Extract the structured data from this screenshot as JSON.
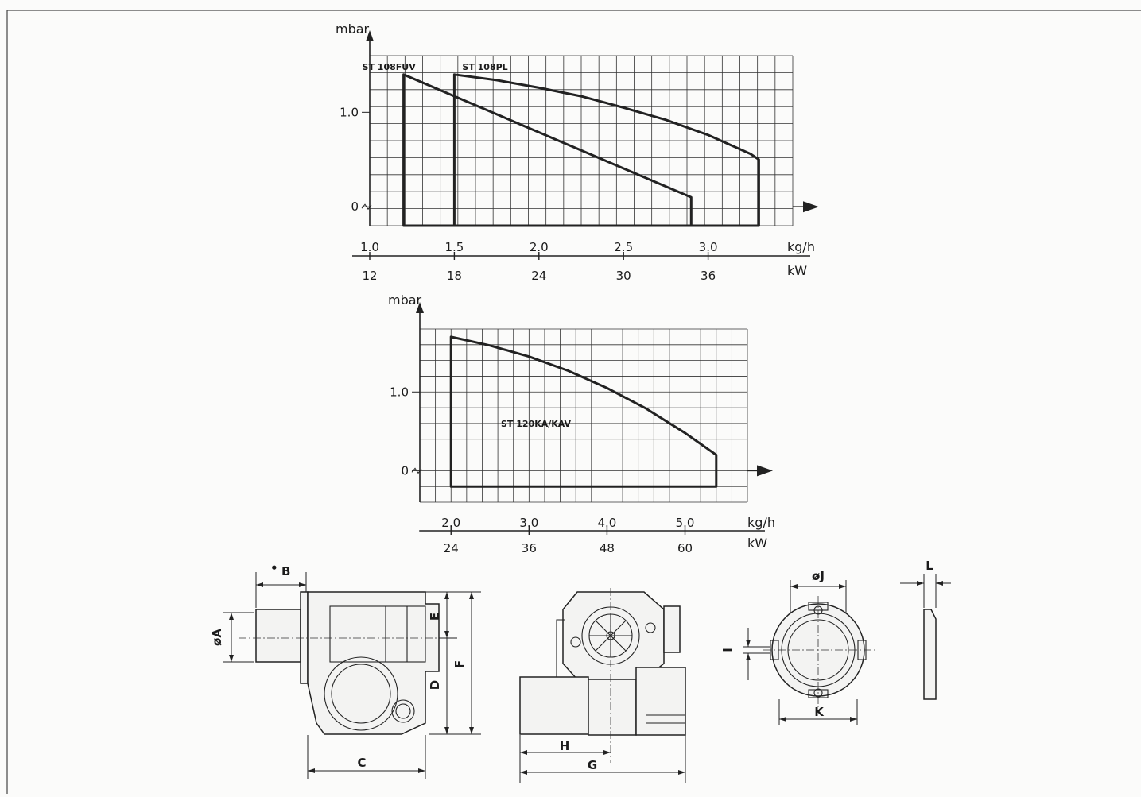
{
  "chart_data": [
    {
      "type": "area",
      "ylabel": "mbar",
      "x_units": [
        "kg/h",
        "kW"
      ],
      "x_ticks": [
        1.0,
        1.5,
        2.0,
        2.5,
        3.0
      ],
      "x_tick_labels": [
        "1.0",
        "1.5",
        "2.0",
        "2.5",
        "3.0"
      ],
      "kw_tick_labels": [
        "12",
        "18",
        "24",
        "30",
        "36"
      ],
      "y_ticks": [
        0,
        1.0
      ],
      "y_tick_labels": [
        "0",
        "1.0"
      ],
      "xlim": [
        1.0,
        3.5
      ],
      "ylim": [
        -0.2,
        1.6
      ],
      "grid": true,
      "series": [
        {
          "name": "ST 108FUV",
          "points": [
            [
              1.2,
              -0.2
            ],
            [
              1.2,
              1.4
            ],
            [
              2.9,
              0.1
            ],
            [
              2.9,
              -0.2
            ]
          ]
        },
        {
          "name": "ST 108PL",
          "points": [
            [
              1.5,
              -0.2
            ],
            [
              1.5,
              1.4
            ],
            [
              1.75,
              1.34
            ],
            [
              2.0,
              1.26
            ],
            [
              2.25,
              1.17
            ],
            [
              2.5,
              1.05
            ],
            [
              2.75,
              0.92
            ],
            [
              3.0,
              0.76
            ],
            [
              3.25,
              0.56
            ],
            [
              3.3,
              0.5
            ],
            [
              3.3,
              -0.2
            ]
          ]
        }
      ]
    },
    {
      "type": "area",
      "ylabel": "mbar",
      "x_units": [
        "kg/h",
        "kW"
      ],
      "x_ticks": [
        2.0,
        3.0,
        4.0,
        5.0
      ],
      "x_tick_labels": [
        "2.0",
        "3.0",
        "4.0",
        "5.0"
      ],
      "kw_tick_labels": [
        "24",
        "36",
        "48",
        "60"
      ],
      "y_ticks": [
        0,
        1.0
      ],
      "y_tick_labels": [
        "0",
        "1.0"
      ],
      "xlim": [
        1.6,
        5.8
      ],
      "ylim": [
        -0.4,
        1.8
      ],
      "grid": true,
      "series": [
        {
          "name": "ST 120KA/KAV",
          "points": [
            [
              2.0,
              -0.2
            ],
            [
              2.0,
              1.7
            ],
            [
              2.5,
              1.59
            ],
            [
              3.0,
              1.45
            ],
            [
              3.5,
              1.27
            ],
            [
              4.0,
              1.05
            ],
            [
              4.5,
              0.79
            ],
            [
              5.0,
              0.48
            ],
            [
              5.4,
              0.2
            ],
            [
              5.4,
              -0.2
            ]
          ]
        }
      ]
    }
  ],
  "dimensions": {
    "A": "øA",
    "B": "B",
    "bullet": "•",
    "C": "C",
    "D": "D",
    "E": "E",
    "F": "F",
    "G": "G",
    "H": "H",
    "I": "I",
    "J": "øJ",
    "K": "K",
    "L": "L"
  }
}
